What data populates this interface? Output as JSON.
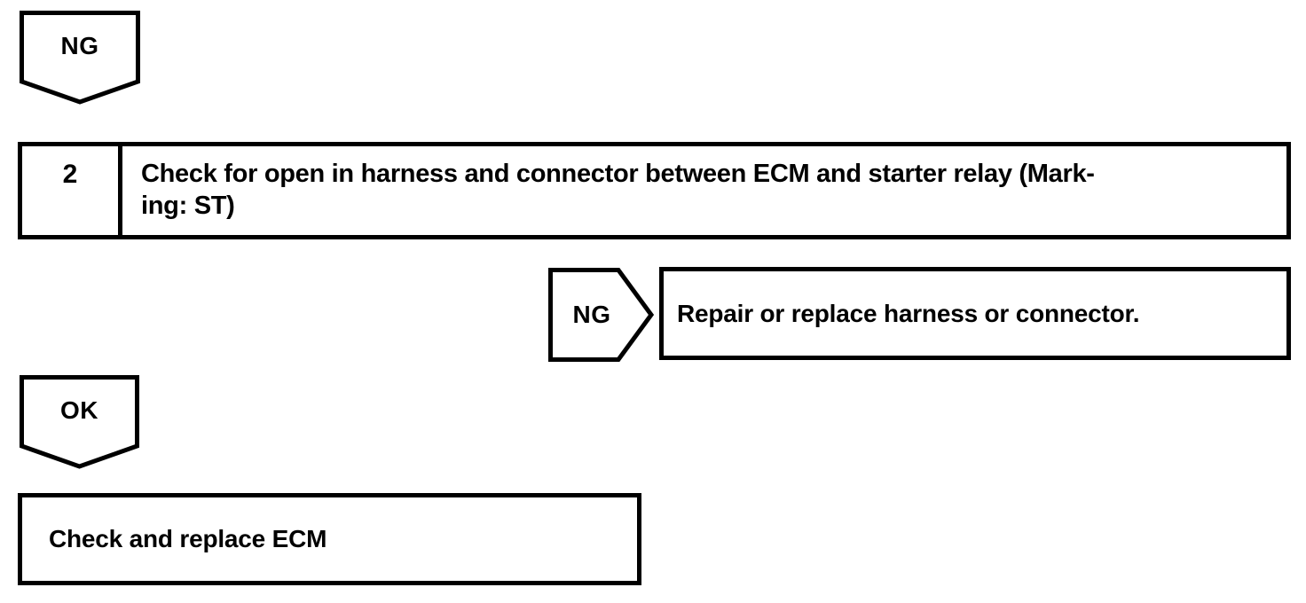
{
  "flowchart": {
    "entry_flag": {
      "label": "NG"
    },
    "step": {
      "number": "2",
      "title_line1": "Check for open in harness and connector between ECM and starter relay (Mark-",
      "title_line2": "ing: ST)"
    },
    "ng_branch": {
      "flag_label": "NG",
      "action": "Repair or replace harness or connector."
    },
    "ok_branch": {
      "flag_label": "OK",
      "action": "Check and replace ECM"
    },
    "colors": {
      "ink": "#000000",
      "paper": "#ffffff"
    }
  }
}
